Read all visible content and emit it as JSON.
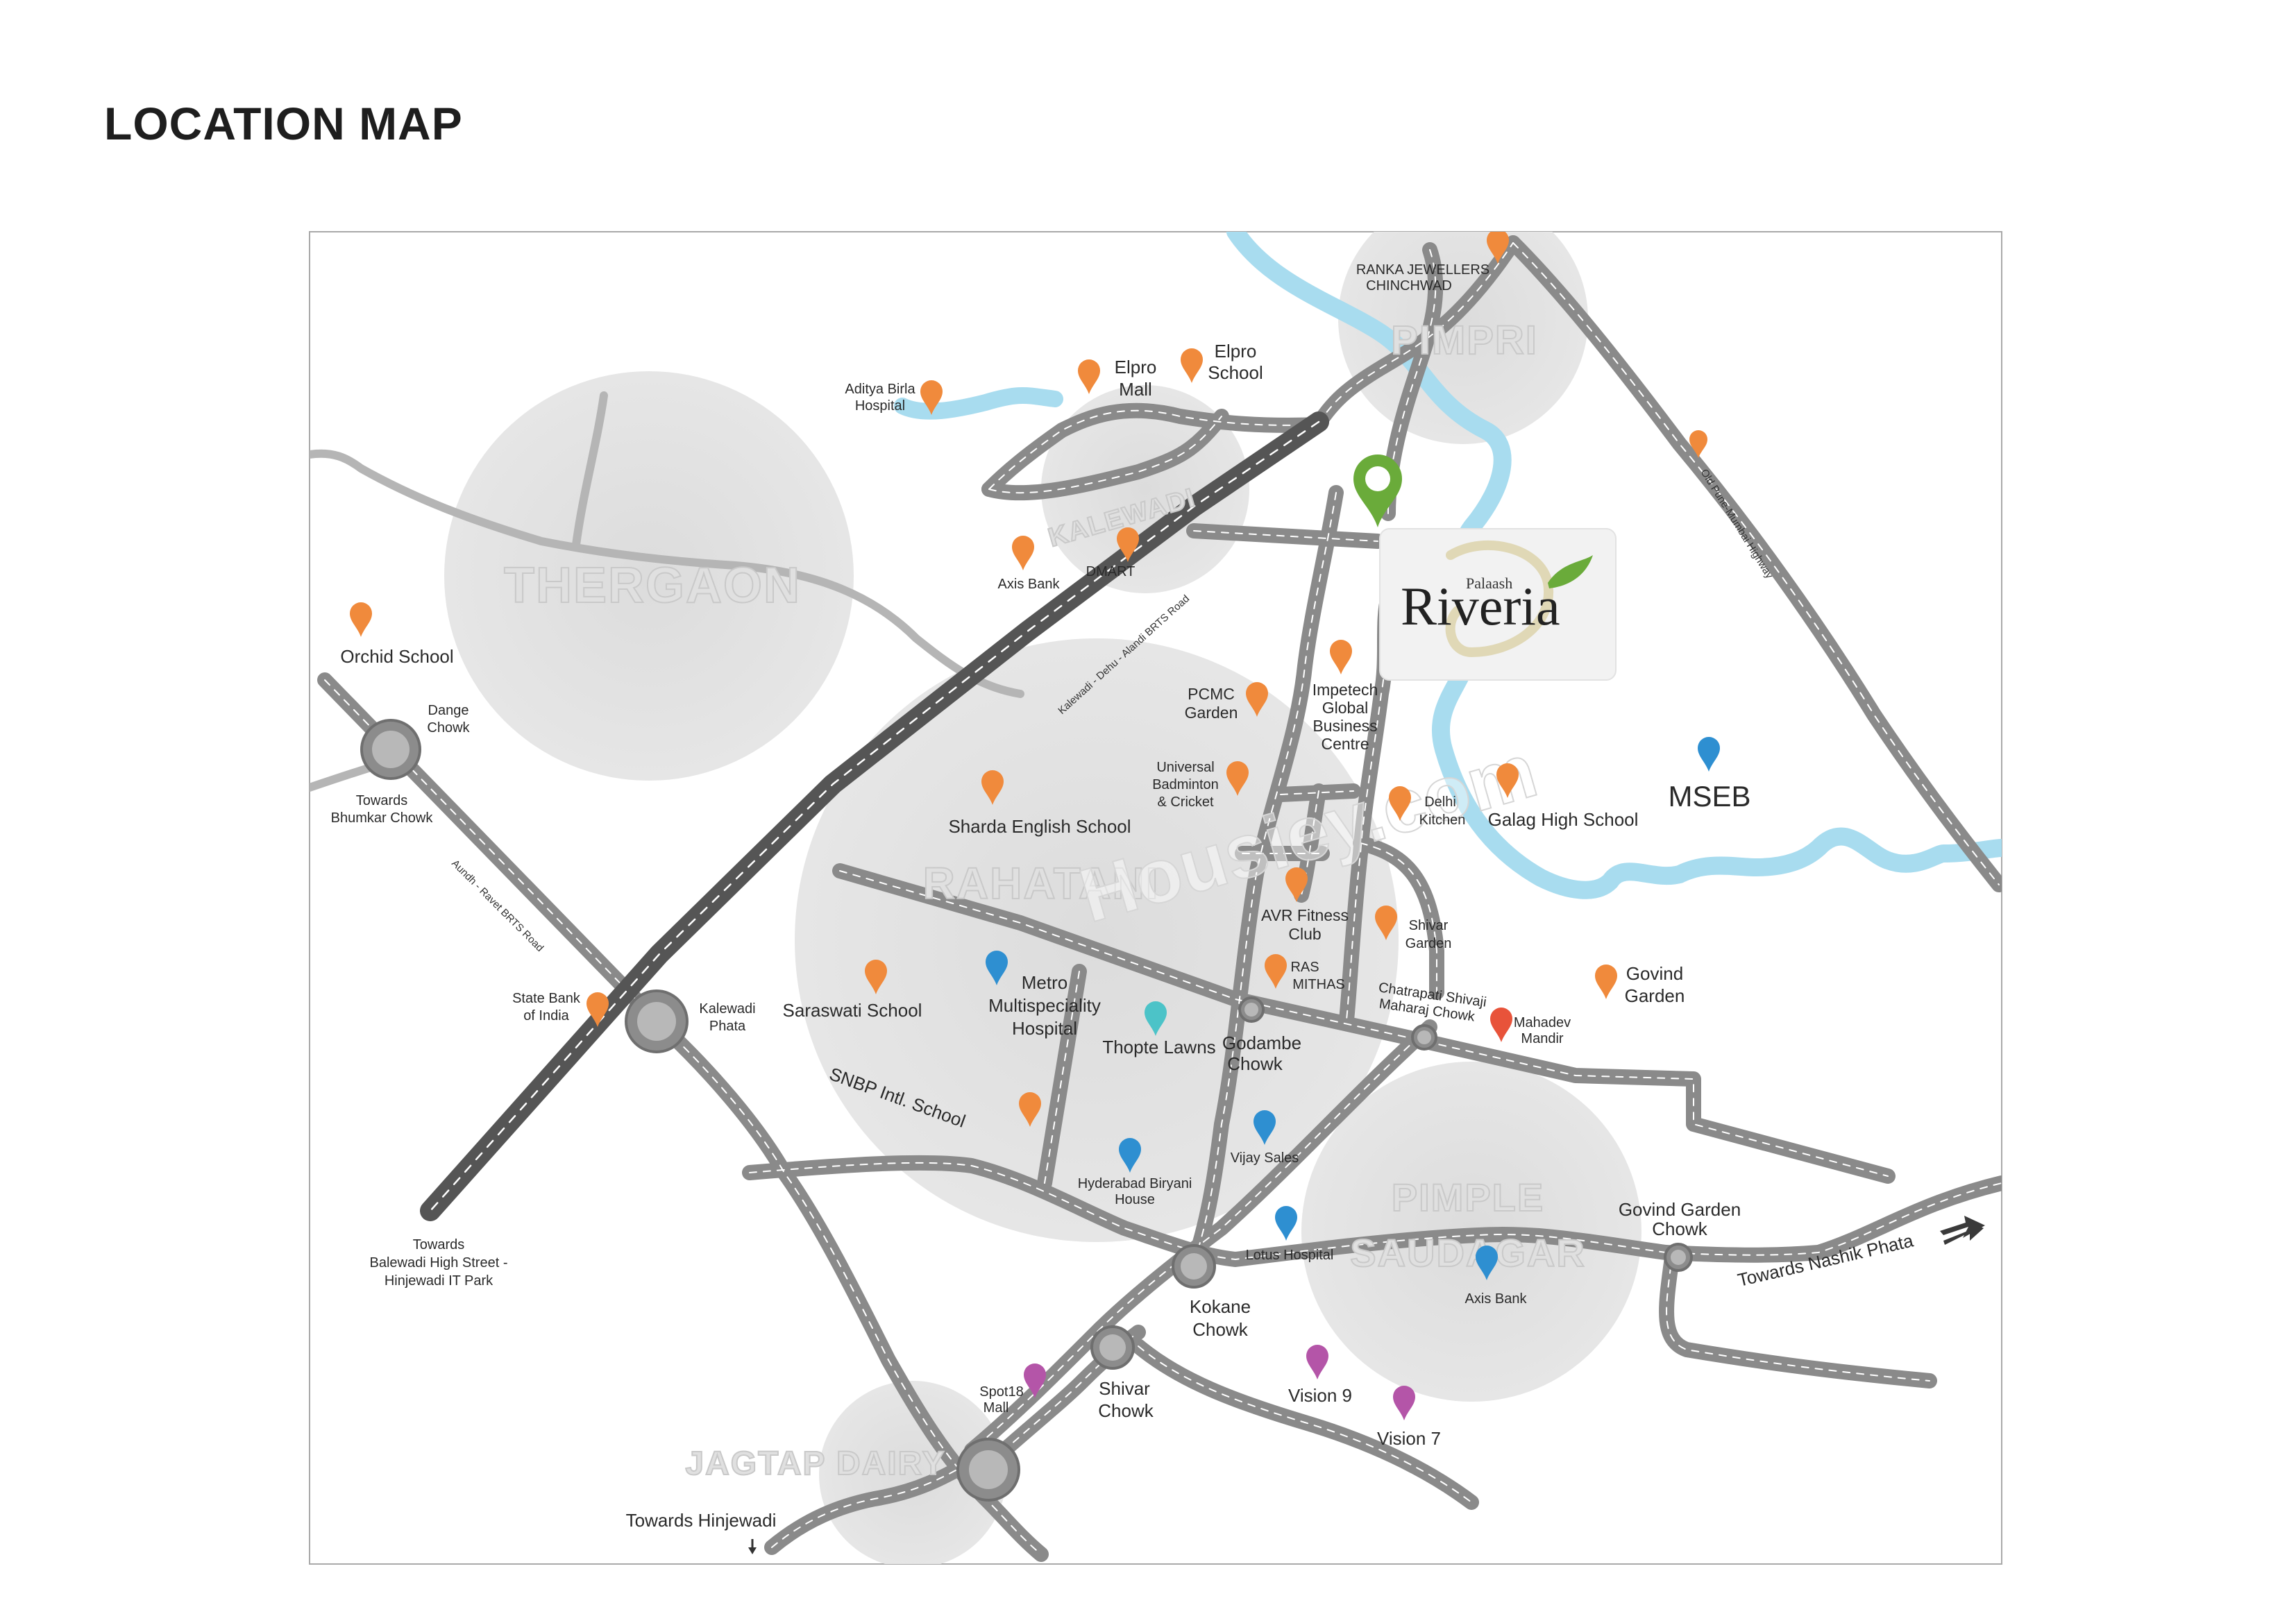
{
  "title": "LOCATION MAP",
  "watermark": "Housiey.com",
  "project": {
    "brand_top": "Palaash",
    "brand_name": "Riveria"
  },
  "areas": {
    "pimpri": "PIMPRI",
    "kalewadi": "KALEWADI",
    "thergaon": "THERGAON",
    "rahatani": "RAHATANI",
    "pimple_saudagar_1": "PIMPLE",
    "pimple_saudagar_2": "SAUDAGAR",
    "jagtap_dairy": "JAGTAP DAIRY"
  },
  "roads": {
    "brts_kalewadi": "Kalewadi - Dehu - Alandi BRTS Road",
    "brts_aundh": "Aundh - Ravet BRTS Road",
    "old_pune_mumbai": "Old Pune-Mumbai Highway"
  },
  "junctions": {
    "dange_1": "Dange",
    "dange_2": "Chowk",
    "towards_bhumkar_1": "Towards",
    "towards_bhumkar_2": "Bhumkar Chowk",
    "kalewadi_phata_1": "Kalewadi",
    "kalewadi_phata_2": "Phata",
    "godambe_1": "Godambe",
    "godambe_2": "Chowk",
    "shivaji_chowk_1": "Chatrapati Shivaji",
    "shivaji_chowk_2": "Maharaj Chowk",
    "kokane_1": "Kokane",
    "kokane_2": "Chowk",
    "shivar_chowk_1": "Shivar",
    "shivar_chowk_2": "Chowk",
    "govind_garden_chowk_1": "Govind Garden",
    "govind_garden_chowk_2": "Chowk"
  },
  "directions": {
    "balewadi_1": "Towards",
    "balewadi_2": "Balewadi High Street -",
    "balewadi_3": "Hinjewadi IT Park",
    "hinjewadi": "Towards Hinjewadi",
    "nashik_phata": "Towards Nashik Phata"
  },
  "places": {
    "ranka_1": "RANKA JEWELLERS",
    "ranka_2": "CHINCHWAD",
    "elpro_mall_1": "Elpro",
    "elpro_mall_2": "Mall",
    "elpro_school_1": "Elpro",
    "elpro_school_2": "School",
    "aditya_1": "Aditya Birla",
    "aditya_2": "Hospital",
    "axis_bank_n": "Axis Bank",
    "dmart": "DMART",
    "orchid_school": "Orchid School",
    "pcmc_1": "PCMC",
    "pcmc_2": "Garden",
    "impetech_1": "Impetech",
    "impetech_2": "Global",
    "impetech_3": "Business",
    "impetech_4": "Centre",
    "universal_1": "Universal",
    "universal_2": "Badminton",
    "universal_3": "& Cricket",
    "delhi_1": "Delhi",
    "delhi_2": "Kitchen",
    "galag": "Galag High School",
    "mseb": "MSEB",
    "sharda": "Sharda English School",
    "avr_1": "AVR Fitness",
    "avr_2": "Club",
    "shivar_garden_1": "Shivar",
    "shivar_garden_2": "Garden",
    "ras_1": "RAS",
    "ras_2": "MITHAS",
    "govind_garden_1": "Govind",
    "govind_garden_2": "Garden",
    "mahadev_1": "Mahadev",
    "mahadev_2": "Mandir",
    "sbi_1": "State Bank",
    "sbi_2": "of India",
    "saraswati": "Saraswati School",
    "metro_1": "Metro",
    "metro_2": "Multispeciality",
    "metro_3": "Hospital",
    "thopte": "Thopte Lawns",
    "snbp": "SNBP Intl. School",
    "hyderabad_1": "Hyderabad Biryani",
    "hyderabad_2": "House",
    "vijay": "Vijay Sales",
    "lotus": "Lotus Hospital",
    "axis_bank_s": "Axis Bank",
    "spot18_1": "Spot18",
    "spot18_2": "Mall",
    "vision9": "Vision 9",
    "vision7": "Vision 7"
  },
  "colors": {
    "school_pin": "#f08a3c",
    "hospital_pin": "#2e8fd1",
    "lawn_pin": "#4cc3c8",
    "mall_pin": "#b455a8",
    "temple_pin": "#e8533a",
    "project_pin": "#6aab3a",
    "river": "#a8dcef",
    "road": "#8a8a8a",
    "highway": "#5e5e5e",
    "area_circle": "#e3e3e3"
  }
}
